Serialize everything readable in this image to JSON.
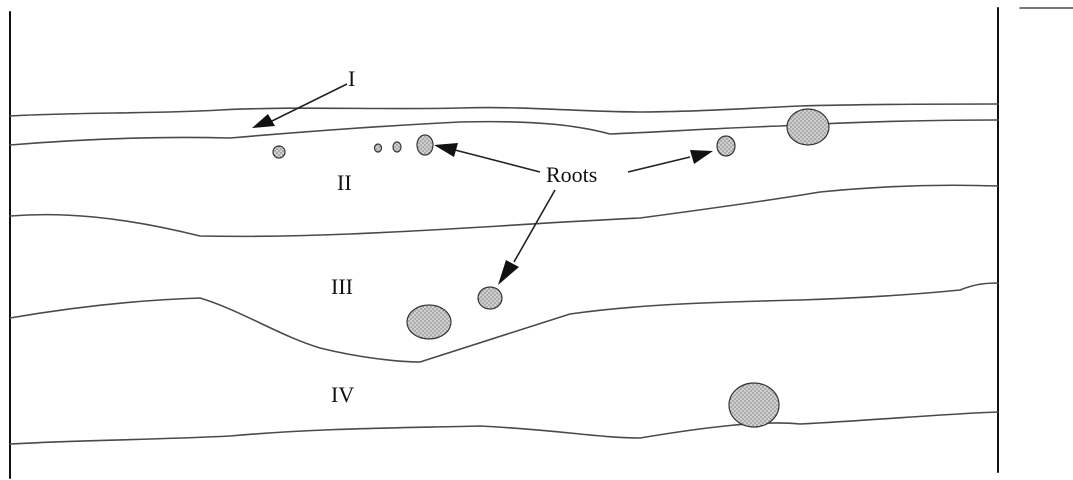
{
  "labels": {
    "layer_1": "I",
    "layer_2": "II",
    "layer_3": "III",
    "layer_4": "IV",
    "roots": "Roots"
  },
  "colors": {
    "line": "#4a4a4a",
    "root_fill": "#c8c8c8",
    "ink": "#111111"
  }
}
